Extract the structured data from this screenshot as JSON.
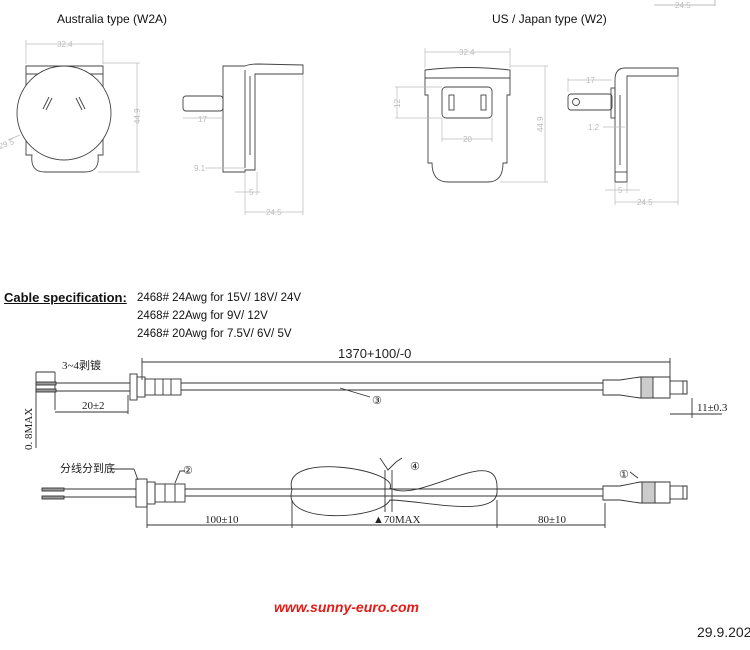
{
  "plugs": {
    "australia": {
      "title": "Australia type (W2A)",
      "dims": {
        "width": "32.4",
        "height": "44.9",
        "diameter": "29.5",
        "pin": "17",
        "offset": "9.1",
        "thickness": "5",
        "depth": "24.5"
      }
    },
    "us_japan": {
      "title": "US / Japan type (W2)",
      "dims": {
        "width": "32.4",
        "slot_height": "12",
        "slot_width": "20",
        "height": "44.9",
        "pin": "17",
        "pin_gap": "1.2",
        "thickness": "5",
        "depth": "24.5"
      },
      "top_partial_dim": "24.5"
    }
  },
  "cable": {
    "title": "Cable specification:",
    "lines": [
      "2468# 24Awg for 15V/ 18V/ 24V",
      "2468# 22Awg for 9V/ 12V",
      "2468# 20Awg for 7.5V/ 6V/ 5V"
    ],
    "drawing": {
      "strip": "3~4剥镀",
      "strip_len": "20±2",
      "max": "0. 8MAX",
      "length": "1370+100/-0",
      "mark3": "③",
      "plug_len": "11±0.3",
      "split": "分线分到底",
      "mark2": "②",
      "mark4": "④",
      "mark1": "①",
      "d1": "100±10",
      "d2": "▲70MAX",
      "d3": "80±10"
    }
  },
  "footer": {
    "url": "www.sunny-euro.com",
    "date": "29.9.202"
  },
  "colors": {
    "url": "#e41b17",
    "drawing": "#555555",
    "dimension": "#bbbbbb"
  }
}
